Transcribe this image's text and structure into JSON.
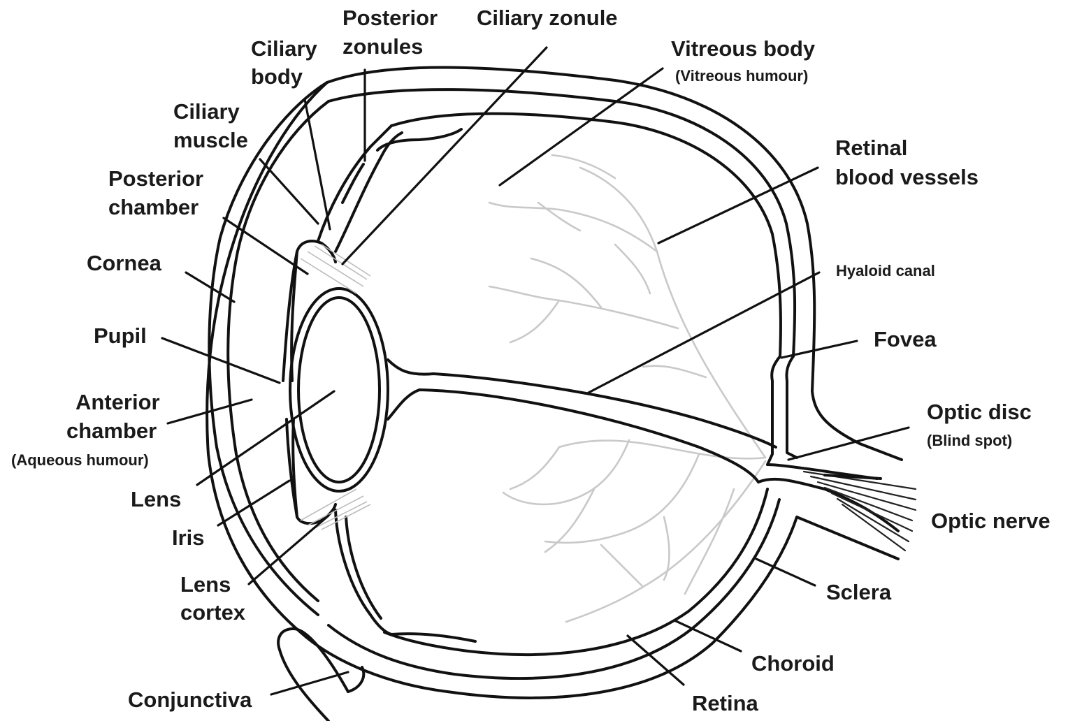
{
  "labels": {
    "posterior_zonules_l1": "Posterior",
    "posterior_zonules_l2": "zonules",
    "ciliary_zonule": "Ciliary zonule",
    "ciliary_body_l1": "Ciliary",
    "ciliary_body_l2": "body",
    "vitreous_body": "Vitreous body",
    "vitreous_humour": "(Vitreous humour)",
    "ciliary_muscle_l1": "Ciliary",
    "ciliary_muscle_l2": "muscle",
    "retinal_vessels_l1": "Retinal",
    "retinal_vessels_l2": "blood vessels",
    "posterior_chamber_l1": "Posterior",
    "posterior_chamber_l2": "chamber",
    "cornea": "Cornea",
    "hyaloid_canal": "Hyaloid canal",
    "pupil": "Pupil",
    "fovea": "Fovea",
    "anterior_chamber_l1": "Anterior",
    "anterior_chamber_l2": "chamber",
    "aqueous_humour": "(Aqueous humour)",
    "optic_disc": "Optic disc",
    "blind_spot": "(Blind spot)",
    "lens": "Lens",
    "optic_nerve": "Optic nerve",
    "iris": "Iris",
    "lens_cortex_l1": "Lens",
    "lens_cortex_l2": "cortex",
    "sclera": "Sclera",
    "choroid": "Choroid",
    "conjunctiva": "Conjunctiva",
    "retina": "Retina"
  },
  "colors": {
    "outline": "#111111",
    "vessels": "#c9c9c9",
    "text": "#1a1a1a"
  }
}
